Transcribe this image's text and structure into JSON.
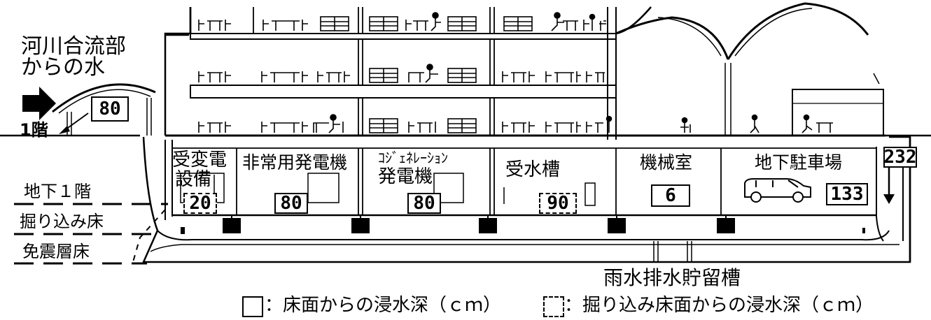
{
  "inflow_label_line1": "河川合流部",
  "inflow_label_line2": "からの水",
  "floor_labels": {
    "ground": "1階",
    "basement1": "地下１階",
    "excavated_floor": "掘り込み床",
    "seismic_floor": "免震層床"
  },
  "rooms": {
    "substation_line1": "受変電",
    "substation_line2": "設備",
    "emergency_generator": "非常用発電機",
    "cogeneration_line1": "ｺｼﾞｪﾈﾚｰｼｮﾝ",
    "cogeneration_line2": "発電機",
    "water_tank": "受水槽",
    "machine_room": "機械室",
    "parking": "地下駐車場"
  },
  "depths": {
    "entrance": "80",
    "substation": "20",
    "emergency_generator": "80",
    "cogeneration": "80",
    "water_tank": "90",
    "machine_room": "6",
    "parking": "133",
    "right_shaft": "232"
  },
  "rainwater_tank_label": "雨水排水貯留槽",
  "legend": {
    "floor_depth": "：床面からの浸水深（ｃｍ）",
    "excavated_depth": "：掘り込み床面からの浸水深（ｃｍ）"
  },
  "colors": {
    "line": "#000000",
    "background": "#ffffff"
  },
  "icons": [
    "arrow-right-icon",
    "table-chairs-icon",
    "shelf-icon",
    "person-icon",
    "car-icon",
    "down-arrow-icon"
  ]
}
